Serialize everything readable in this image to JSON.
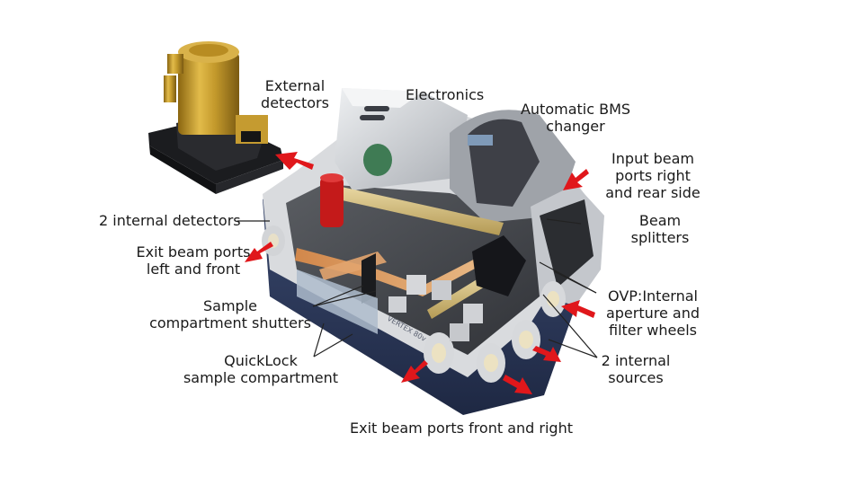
{
  "labels": {
    "external_detectors": [
      "External",
      "detectors"
    ],
    "electronics": "Electronics",
    "bms_changer": [
      "Automatic BMS",
      "changer"
    ],
    "input_beam_ports": [
      "Input beam",
      "ports right",
      "and rear side"
    ],
    "internal_detectors": "2 internal detectors",
    "beam_splitters": [
      "Beam",
      "splitters"
    ],
    "exit_ports_left_front": [
      "Exit beam ports",
      "left and front"
    ],
    "ovp": [
      "OVP:Internal",
      "aperture and",
      "filter wheels"
    ],
    "sample_shutters": [
      "Sample",
      "compartment shutters"
    ],
    "quicklock": [
      "QuickLock",
      "sample compartment"
    ],
    "internal_sources": [
      "2 internal",
      "sources"
    ],
    "exit_ports_front_right": "Exit beam ports front and right",
    "device_badge": "VERTEX 80v"
  },
  "colors": {
    "arrow_red": "#e0171b",
    "gold": "#c49a2c",
    "housing_silver": "#c8cbd0",
    "base_navy": "#2d3a5c",
    "leader_line": "#222222"
  }
}
